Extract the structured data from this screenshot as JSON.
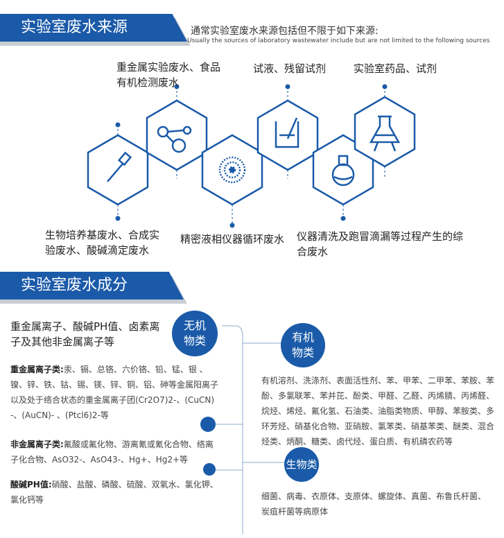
{
  "colors": {
    "accent": "#1a5aa8",
    "line": "#555555"
  },
  "section1": {
    "title": "实验室废水来源",
    "intro_cn": "通常实验室废水来源包括但不限于如下来源:",
    "intro_en": "Usually the sources of laboratory wastewater include but are not limited to the following sources",
    "sources": [
      {
        "label": "生物培养基废水、合成实验废水、酸碱滴定废水",
        "icon": "dropper-icon"
      },
      {
        "label": "重金属实验废水、食品有机检测废水",
        "icon": "molecule-icon"
      },
      {
        "label": "精密液相仪器循环废水",
        "icon": "atom-icon"
      },
      {
        "label": "试液、残留试剂",
        "icon": "beaker-icon"
      },
      {
        "label": "仪器清洗及跑冒滴漏等过程产生的综合废水",
        "icon": "round-flask-icon"
      },
      {
        "label": "实验室药品、试剂",
        "icon": "conical-flask-icon"
      }
    ]
  },
  "section2": {
    "title": "实验室废水成分",
    "inorganic": {
      "badge": "无机物类",
      "summary": "重金属离子、酸碱PH值、卤素离子及其他非金属离子等",
      "items": [
        {
          "head": "重金属离子类:",
          "text": "汞、镉、总铬、六价铬、铅、锰、银 、镍、锌、铁、钴、锡、镁、锌、铜、铝、砷等金属阳离子以及处于络合状态的重金属离子团(Cr2O7)2-、(CuCN) -、(AuCN)- 、(Ptcl6)2-等"
        },
        {
          "head": "非金属离子类:",
          "text": "氟酸或氟化物、游离氰或氰化合物、络离子化合物、AsO32-、AsO43-、Hg+、Hg2+等"
        },
        {
          "head": "酸碱PH值:",
          "text": "硝酸、盐酸、磷酸、硫酸、双氧水、氯化钾、氯化钙等"
        }
      ]
    },
    "organic": {
      "badge": "有机物类",
      "text": "有机溶剂、洗涤剂、表面活性剂、苯、甲苯、二甲苯、苯胺、苯酚、多氯联苯、苯并芘、酚类、甲醛、乙醛、丙烯腈、丙烯醛、烷烃、烯烃、氟化氢、石油类、油脂类物质、甲醇、苯胺类、多环芳烃、硝基化合物、亚硝胺、氯苯类、硝基苯类、醚类、混合烃类、炳酮、糖类、卤代烃、蛋白质、有机磷农药等"
    },
    "biological": {
      "badge": "生物类",
      "text": "细菌、病毒、衣原体、支原体、螺旋体、真菌、布鲁氏杆菌、炭疽杆菌等病原体"
    }
  }
}
